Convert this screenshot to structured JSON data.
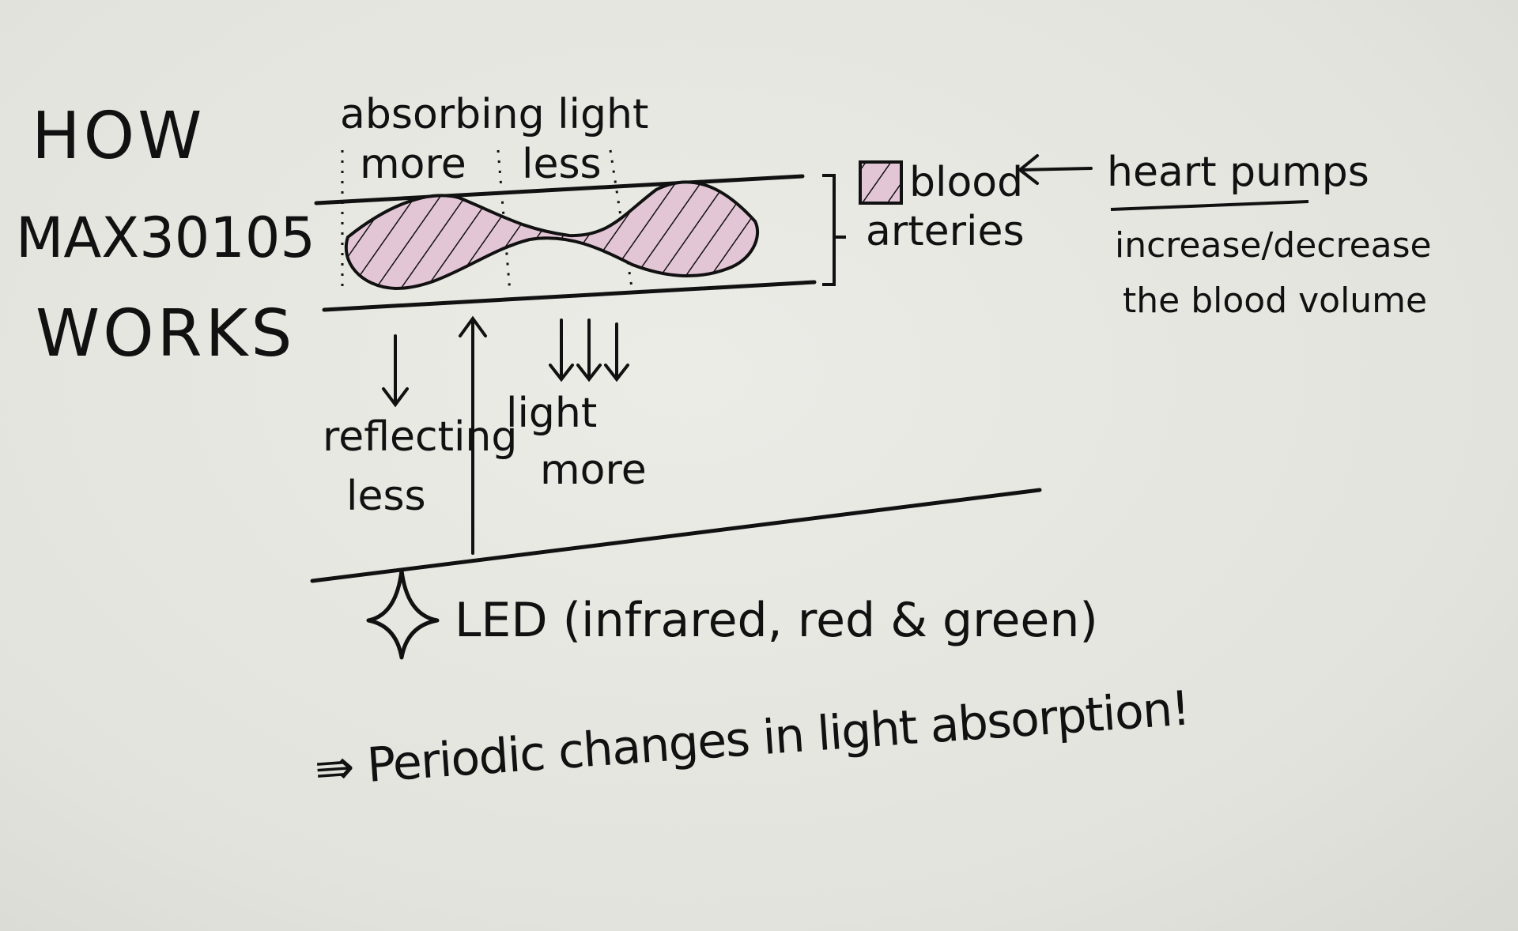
{
  "title": {
    "line1": "HOW",
    "line2": "MAX30105",
    "line3": "WORKS"
  },
  "absorbing": {
    "heading": "absorbing light",
    "more": "more",
    "less": "less"
  },
  "legend": {
    "blood": "blood",
    "arteries": "arteries"
  },
  "heart": {
    "label": "heart pumps",
    "note_line1": "increase/decrease",
    "note_line2": "the blood volume"
  },
  "reflecting": {
    "line1": "reflecting",
    "line2": "less"
  },
  "light_more": {
    "line1": "light",
    "line2": "more"
  },
  "led": {
    "label": "LED (infrared, red & green)"
  },
  "conclusion": {
    "text": "⇛ Periodic changes in light absorption!"
  },
  "colors": {
    "ink": "#111111",
    "paper": "#e6e6e1",
    "blood_tint": "#e3c6d6"
  }
}
